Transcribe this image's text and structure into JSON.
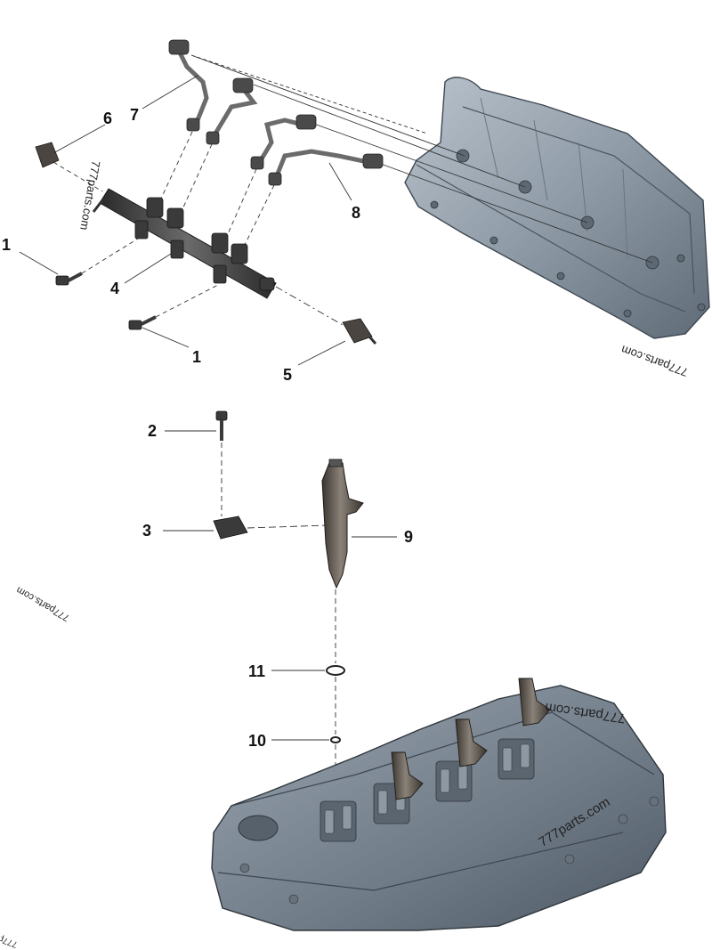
{
  "diagram": {
    "callouts": [
      "1",
      "1",
      "2",
      "3",
      "4",
      "5",
      "6",
      "7",
      "8",
      "9",
      "10",
      "11"
    ],
    "watermark": "777parts.com",
    "colors": {
      "part_metal": "#3d3d3d",
      "pipe": "#6b6b6b",
      "valve_cover": "#8e9aa6",
      "head": "#7a8693",
      "leader": "#333333",
      "text": "#111111"
    }
  }
}
